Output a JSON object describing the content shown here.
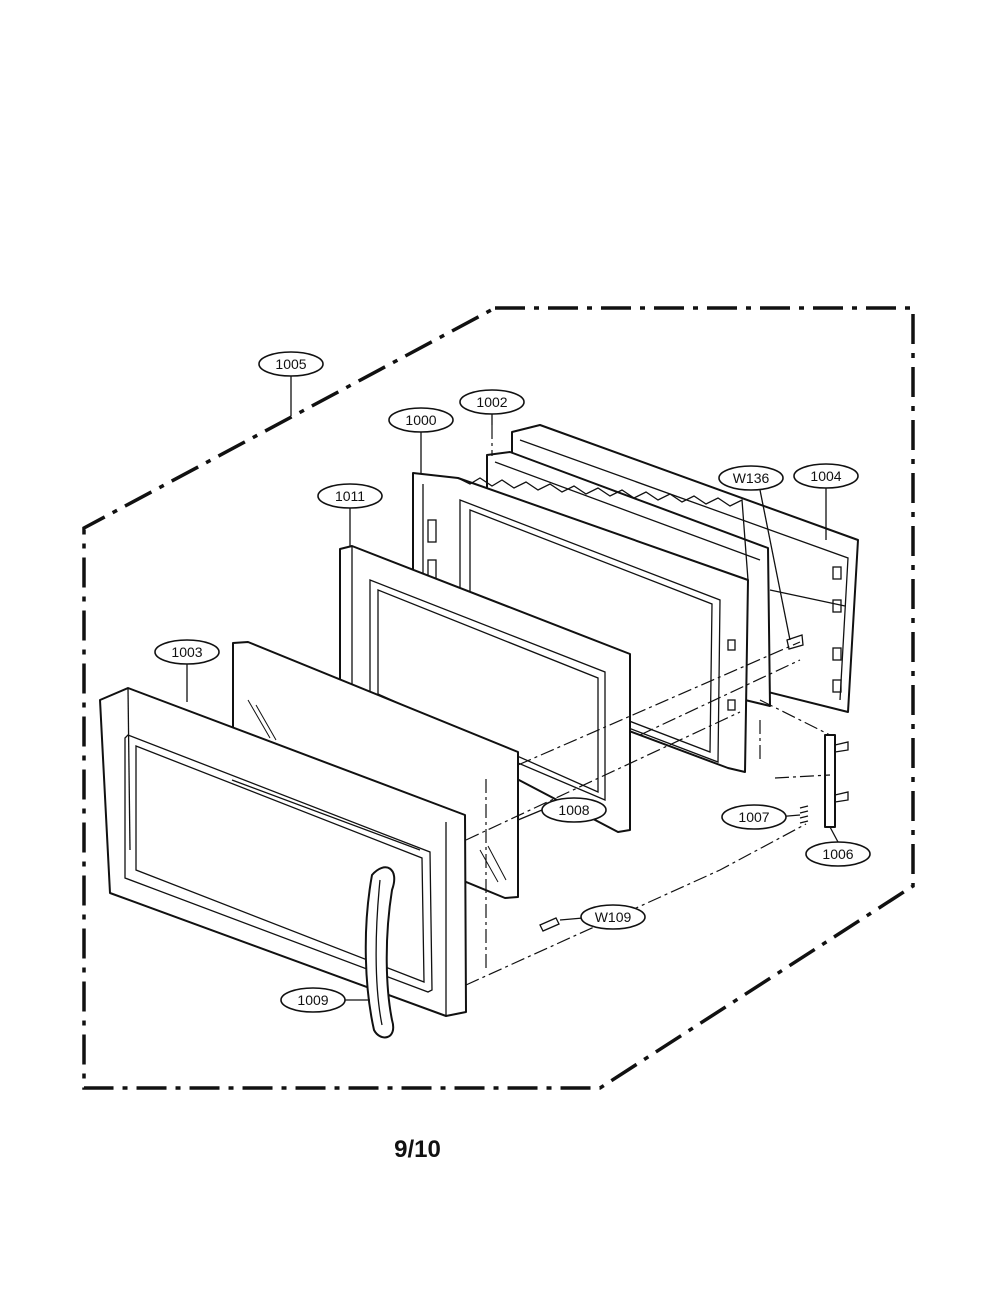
{
  "diagram": {
    "parts": {
      "assembly": "1005",
      "frame": "1000",
      "choke": "1002",
      "door_frame_back": "1004",
      "screw_w136": "W136",
      "front_frame": "1011",
      "door_front": "1003",
      "glass": "1008",
      "spring": "1007",
      "latch": "1006",
      "screw_w109": "W109",
      "handle": "1009"
    }
  },
  "page": {
    "number": "9/10"
  }
}
